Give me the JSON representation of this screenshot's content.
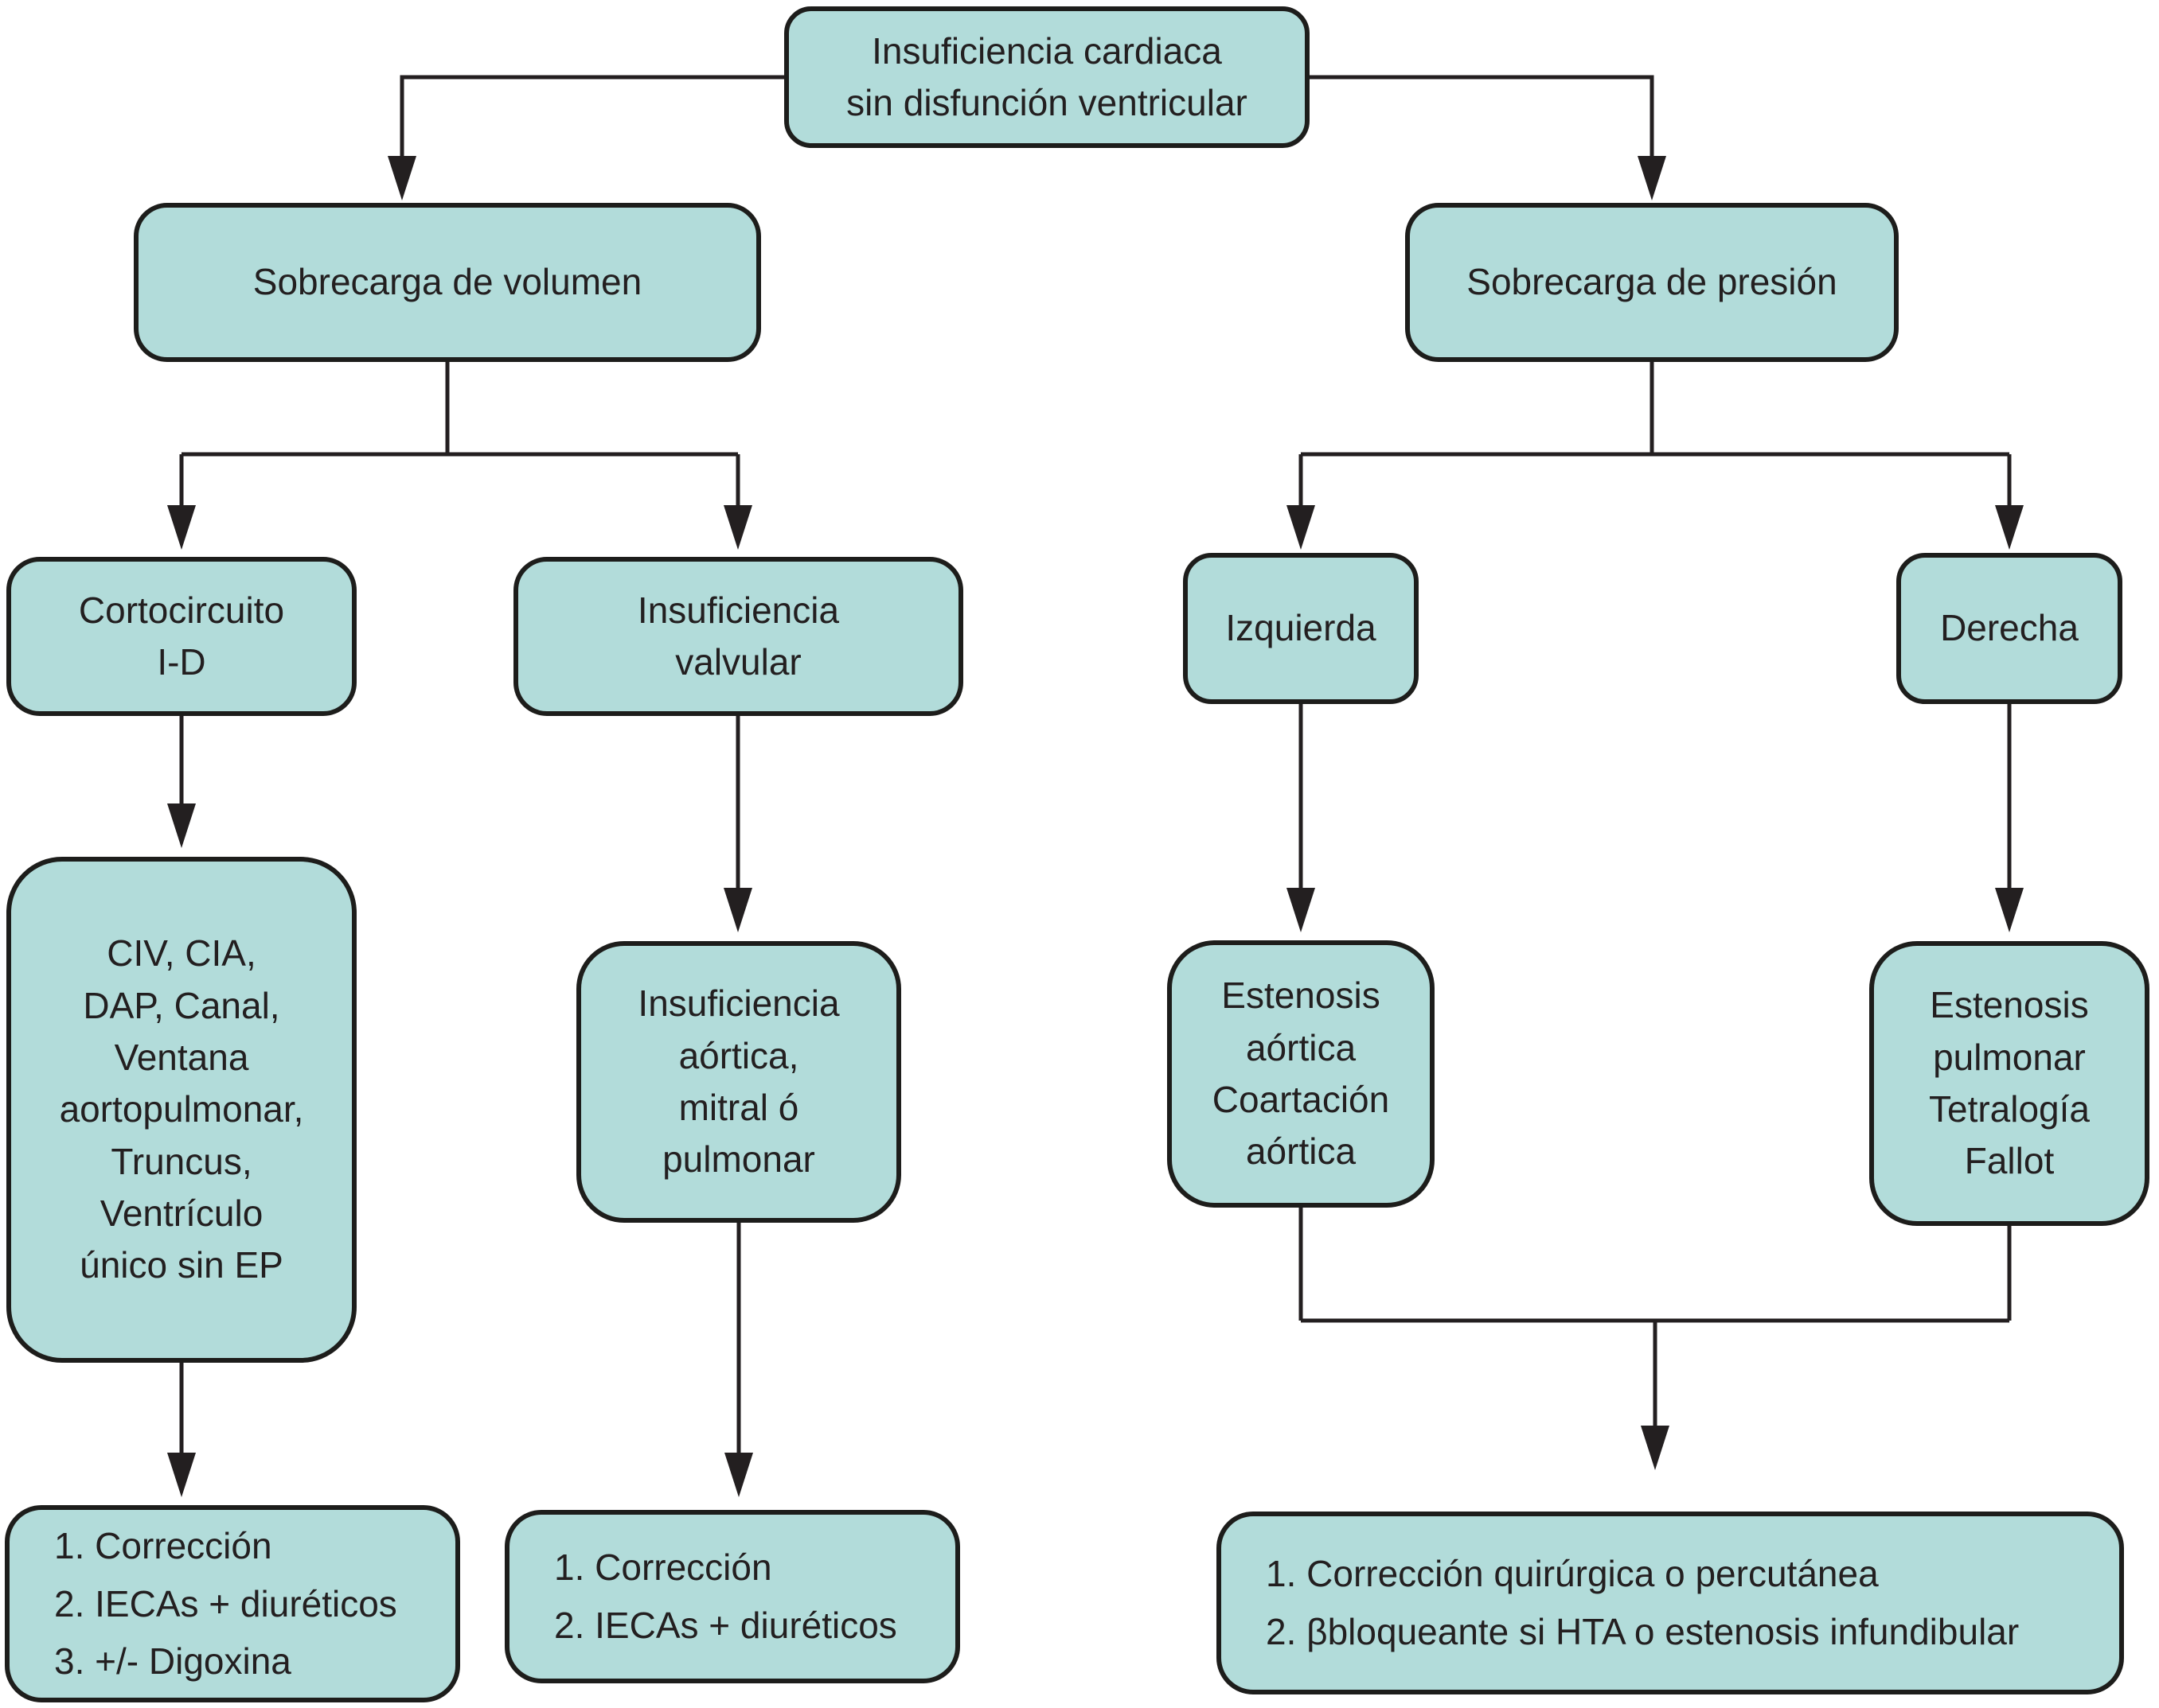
{
  "figure": {
    "type": "flowchart",
    "language": "es",
    "topic": "Insuficiencia cardiaca sin disfunción ventricular"
  },
  "palette": {
    "box_fill": "#b2dcda",
    "box_border": "#1d1d1b",
    "text": "#231f20",
    "line": "#231f20",
    "background": "#ffffff"
  },
  "nodes": {
    "root": {
      "label": "Insuficiencia cardiaca\nsin disfunción ventricular"
    },
    "volume": {
      "label": "Sobrecarga de volumen"
    },
    "pressure": {
      "label": "Sobrecarga de presión"
    },
    "shunt": {
      "label": "Cortocircuito\nI-D"
    },
    "valvular": {
      "label": "Insuficiencia\nvalvular"
    },
    "left": {
      "label": "Izquierda"
    },
    "right": {
      "label": "Derecha"
    },
    "shunt_causes": {
      "label": "CIV, CIA,\nDAP, Canal,\nVentana\naortopulmonar,\nTruncus,\nVentrículo\núnico sin EP"
    },
    "valvular_causes": {
      "label": "Insuficiencia\naórtica,\nmitral ó\npulmonar"
    },
    "left_causes": {
      "label": "Estenosis\naórtica\nCoartación\naórtica"
    },
    "right_causes": {
      "label": "Estenosis\npulmonar\nTetralogía\nFallot"
    },
    "treatment_shunt": {
      "lines": [
        "1. Corrección",
        "2. IECAs + diuréticos",
        "3. +/- Digoxina"
      ]
    },
    "treatment_valvular": {
      "lines": [
        "1. Corrección",
        "2. IECAs + diuréticos"
      ]
    },
    "treatment_pressure": {
      "lines": [
        "1. Corrección quirúrgica o percutánea",
        "2. βbloqueante si HTA o estenosis infundibular"
      ]
    }
  },
  "edges": [
    {
      "from": "root",
      "to": "volume"
    },
    {
      "from": "root",
      "to": "pressure"
    },
    {
      "from": "volume",
      "to": "shunt"
    },
    {
      "from": "volume",
      "to": "valvular"
    },
    {
      "from": "pressure",
      "to": "left"
    },
    {
      "from": "pressure",
      "to": "right"
    },
    {
      "from": "shunt",
      "to": "shunt_causes"
    },
    {
      "from": "valvular",
      "to": "valvular_causes"
    },
    {
      "from": "left",
      "to": "left_causes"
    },
    {
      "from": "right",
      "to": "right_causes"
    },
    {
      "from": "shunt_causes",
      "to": "treatment_shunt"
    },
    {
      "from": "valvular_causes",
      "to": "treatment_valvular"
    },
    {
      "from": "left_causes",
      "to": "treatment_pressure"
    },
    {
      "from": "right_causes",
      "to": "treatment_pressure"
    }
  ]
}
